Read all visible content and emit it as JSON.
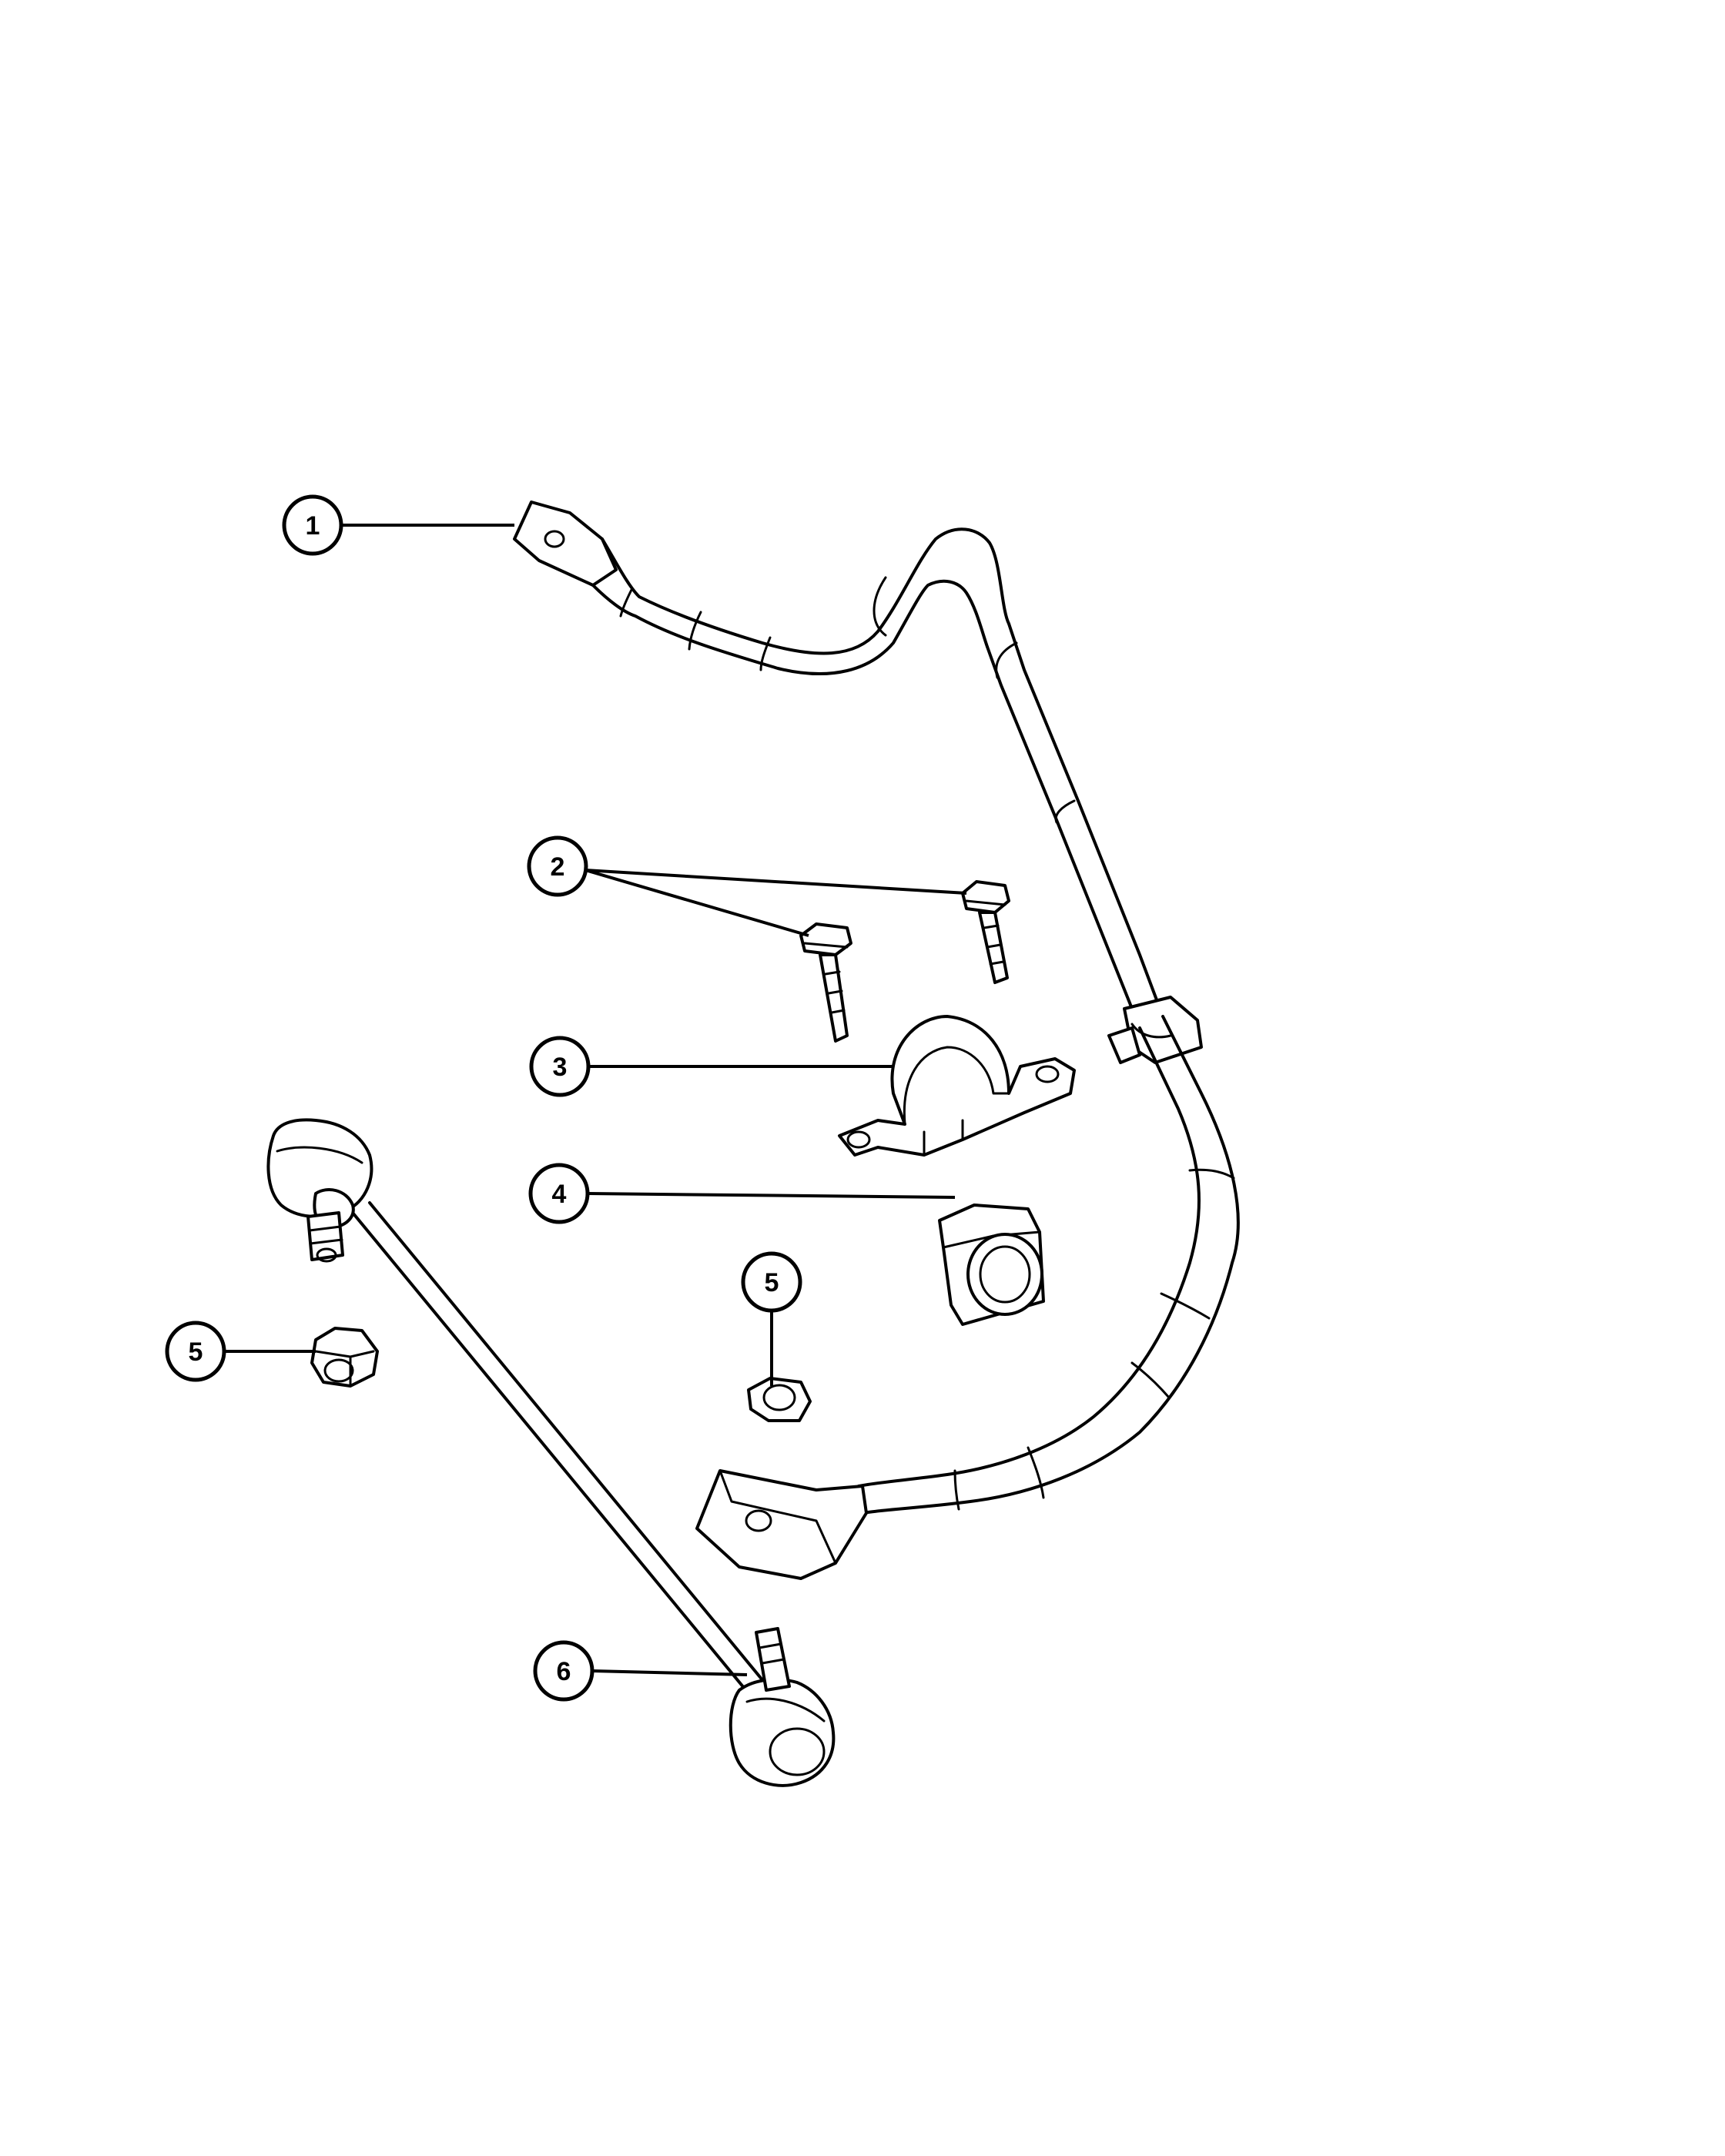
{
  "callouts": [
    {
      "id": "c1",
      "label": "1"
    },
    {
      "id": "c2",
      "label": "2"
    },
    {
      "id": "c3",
      "label": "3"
    },
    {
      "id": "c4",
      "label": "4"
    },
    {
      "id": "c5a",
      "label": "5"
    },
    {
      "id": "c5b",
      "label": "5"
    },
    {
      "id": "c6",
      "label": "6"
    }
  ]
}
